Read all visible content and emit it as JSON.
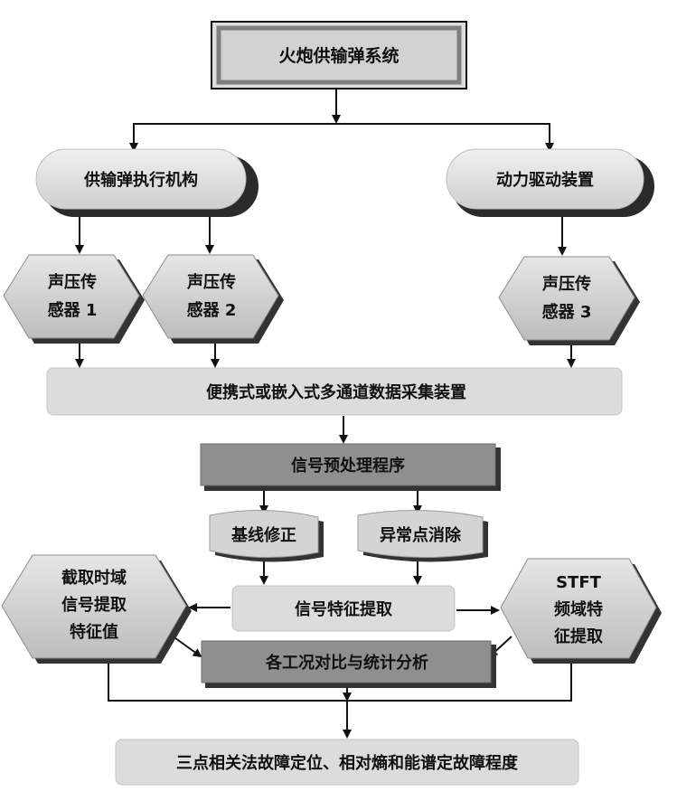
{
  "colors": {
    "box_fill": "#dcdcdc",
    "box_dark": "#9a9a9a",
    "shadow": "#3c3c3c",
    "line": "#111111",
    "text": "#111111"
  },
  "nodes": {
    "system": "火炮供输弹系统",
    "mechanism": "供输弹执行机构",
    "power": "动力驱动装置",
    "sensor1_a": "声压传",
    "sensor1_b": "感器 1",
    "sensor2_a": "声压传",
    "sensor2_b": "感器 2",
    "sensor3_a": "声压传",
    "sensor3_b": "感器 3",
    "daq": "便携式或嵌入式多通道数据采集装置",
    "preprocess": "信号预处理程序",
    "baseline": "基线修正",
    "outlier": "异常点消除",
    "feature": "信号特征提取",
    "time_a": "截取时域",
    "time_b": "信号提取",
    "time_c": "特征值",
    "stft_a": "STFT",
    "stft_b": "频域特",
    "stft_c": "征提取",
    "analysis": "各工况对比与统计分析",
    "result": "三点相关法故障定位、相对熵和能谱定故障程度"
  }
}
